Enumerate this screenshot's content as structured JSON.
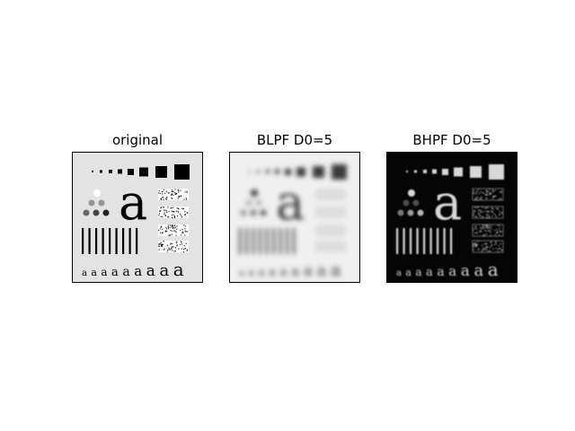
{
  "figure": {
    "panels": [
      {
        "title": "original",
        "style": "original"
      },
      {
        "title": "BLPF D0=5",
        "style": "lowpass"
      },
      {
        "title": "BHPF D0=5",
        "style": "highpass"
      }
    ]
  },
  "test_pattern": {
    "letter": "a",
    "small_letters": [
      "a",
      "a",
      "a",
      "a",
      "a",
      "a",
      "a",
      "a",
      "a"
    ],
    "squares_count": 8,
    "circles_count": 6,
    "bars_count": 9
  },
  "colors": {
    "original_bg": "#e3e3e3",
    "original_fg": "#000000",
    "lowpass_bg": "#f0f0f0",
    "lowpass_fg": "#3a3a3a",
    "highpass_bg": "#050505",
    "highpass_fg": "#d8d8d8"
  }
}
